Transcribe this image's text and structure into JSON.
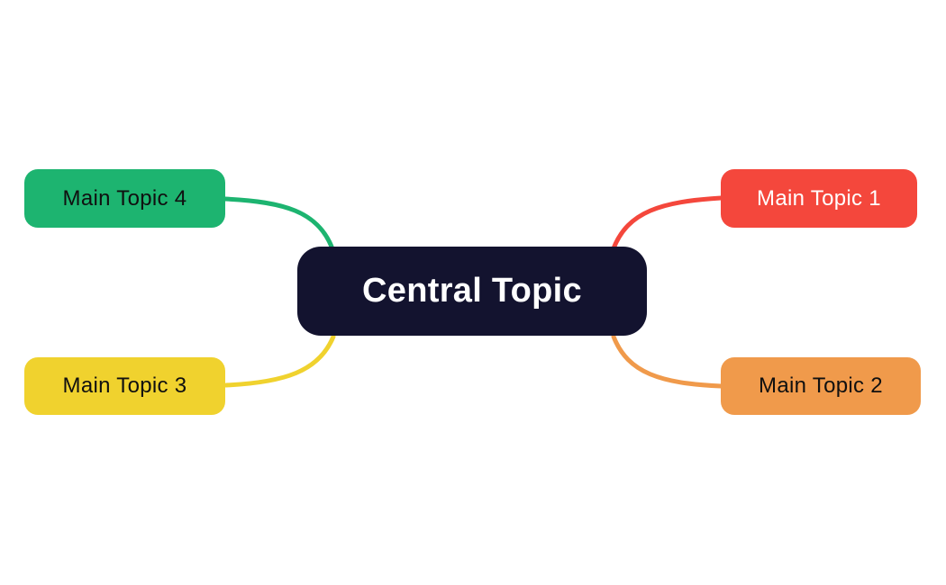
{
  "diagram": {
    "type": "mindmap",
    "background_color": "#ffffff",
    "central": {
      "label": "Central Topic",
      "bg_color": "#13132F",
      "text_color": "#ffffff"
    },
    "topics": [
      {
        "label": "Main Topic 1",
        "bg_color": "#F4473C",
        "text_color": "#ffffff",
        "position": "top-right"
      },
      {
        "label": "Main Topic 2",
        "bg_color": "#F09A4B",
        "text_color": "#101010",
        "position": "bottom-right"
      },
      {
        "label": "Main Topic 3",
        "bg_color": "#F0D22E",
        "text_color": "#101010",
        "position": "bottom-left"
      },
      {
        "label": "Main Topic 4",
        "bg_color": "#1DB470",
        "text_color": "#101010",
        "position": "top-left"
      }
    ],
    "connectors": [
      {
        "from": "Central Topic",
        "to": "Main Topic 1",
        "color": "#F4473C"
      },
      {
        "from": "Central Topic",
        "to": "Main Topic 2",
        "color": "#F09A4B"
      },
      {
        "from": "Central Topic",
        "to": "Main Topic 3",
        "color": "#F0D22E"
      },
      {
        "from": "Central Topic",
        "to": "Main Topic 4",
        "color": "#1DB470"
      }
    ]
  }
}
